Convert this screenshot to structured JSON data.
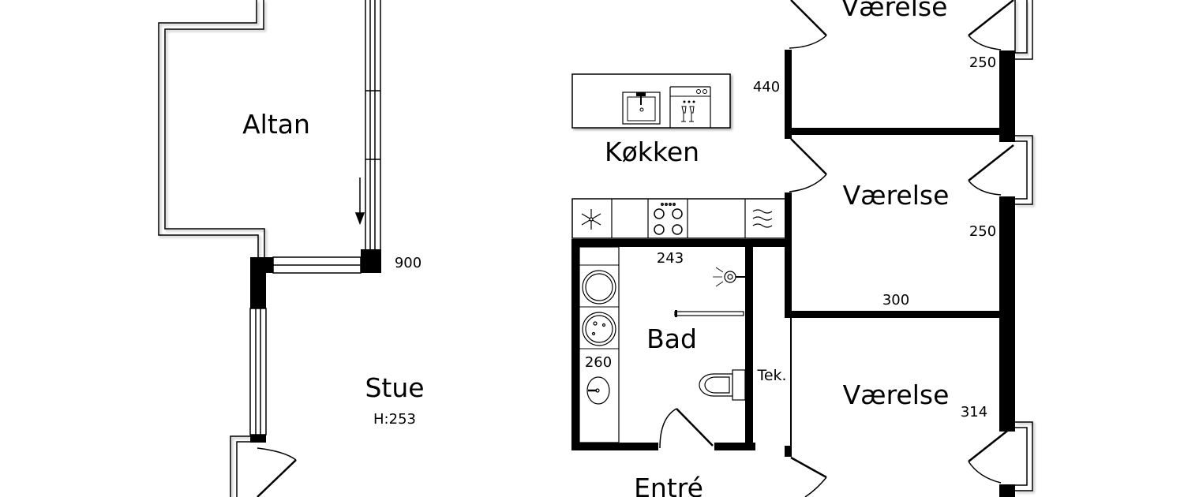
{
  "rooms": {
    "altan": "Altan",
    "kokken": "Køkken",
    "vaerelse_top": "Værelse",
    "vaerelse_mid": "Værelse",
    "vaerelse_bottom": "Værelse",
    "bad": "Bad",
    "tek": "Tek.",
    "stue": "Stue",
    "entre": "Entré"
  },
  "measurements": {
    "stue_height": "H:253",
    "altan_side": "900",
    "kokken_side": "440",
    "vaerelse_top_side": "250",
    "vaerelse_mid_side": "250",
    "vaerelse_mid_bottom": "300",
    "vaerelse_bottom_side": "314",
    "bad_top": "243",
    "bad_left": "260"
  },
  "colors": {
    "wall": "#000000",
    "background": "#ffffff"
  }
}
